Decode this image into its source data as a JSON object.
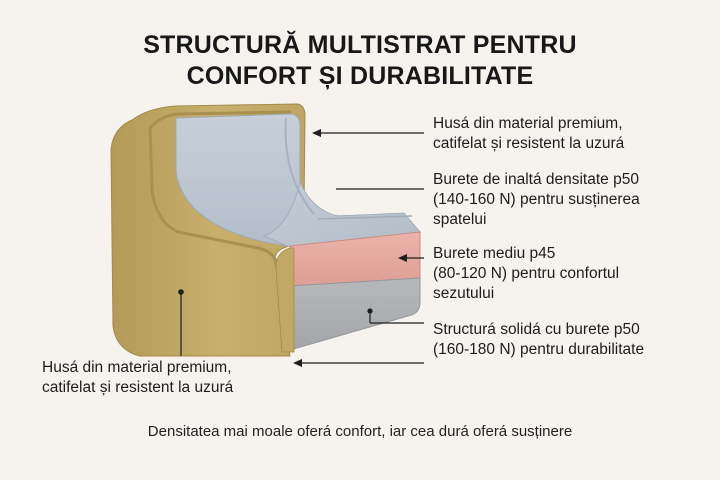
{
  "title": {
    "line1": "STRUCTURĂ MULTISTRAT PENTRU",
    "line2": "CONFORT ȘI DURABILITATE"
  },
  "labels": {
    "cover_right": {
      "line1": "Husá din material premium,",
      "line2": "catifelat și resistent la uzurá"
    },
    "high_density": {
      "line1": "Burete de inaltá densitate p50",
      "line2": "(140-160 N) pentru susținerea",
      "line3": "spatelui"
    },
    "medium_foam": {
      "line1": "Burete mediu p45",
      "line2": "(80-120 N) pentru confortul",
      "line3": "sezutului"
    },
    "solid_base": {
      "line1": "Structurá solidá cu burete p50",
      "line2": "(160-180 N) pentru durabilitate"
    },
    "cover_left": {
      "line1": "Husá din material premium,",
      "line2": "catifelat și resistent la uzurá"
    }
  },
  "footer": "Densitatea mai moale oferá confort, iar cea durá oferá susținere",
  "colors": {
    "background": "#f6f3ee",
    "upholstery": "#c9b06d",
    "upholstery_dark": "#b09553",
    "high_density_foam": "#bcc6d1",
    "medium_foam": "#e6aba2",
    "solid_base_foam": "#aeb0b3",
    "line": "#1e1e1e"
  }
}
